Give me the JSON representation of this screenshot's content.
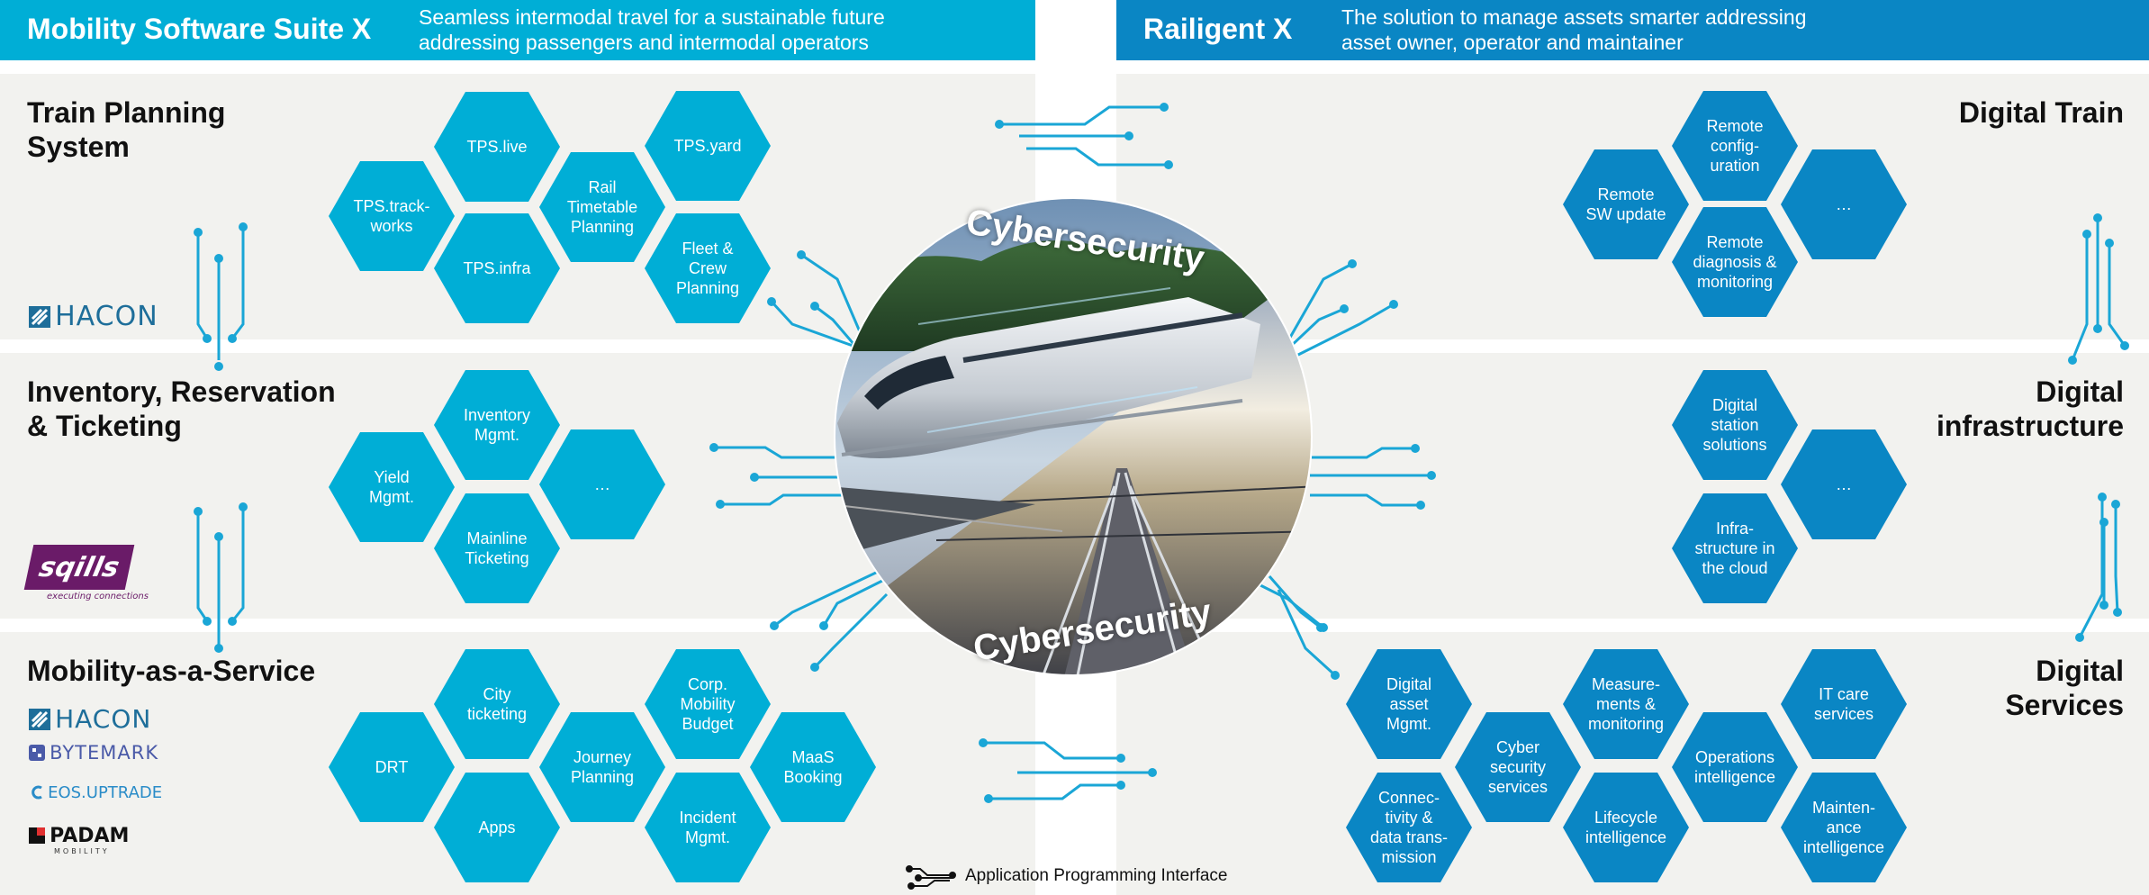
{
  "colors": {
    "left_accent": "#00aed6",
    "right_accent": "#0a86c4",
    "band": "#f2f2ef",
    "api_line": "#1aa6d6"
  },
  "left_header": {
    "title": "Mobility Software Suite X",
    "subtitle_line1": "Seamless intermodal travel for a sustainable future",
    "subtitle_line2": "addressing passengers and intermodal operators"
  },
  "right_header": {
    "title": "Railigent X",
    "subtitle_line1": "The solution to manage assets smarter addressing",
    "subtitle_line2": "asset owner, operator and maintainer"
  },
  "left_sections": [
    {
      "line1": "Train Planning",
      "line2": "System"
    },
    {
      "line1": "Inventory, Reservation",
      "line2": "& Ticketing"
    },
    {
      "line1": "Mobility-as-a-Service",
      "line2": ""
    }
  ],
  "right_sections": [
    {
      "line1": "Digital Train",
      "line2": ""
    },
    {
      "line1": "Digital",
      "line2": "infrastructure"
    },
    {
      "line1": "Digital",
      "line2": "Services"
    }
  ],
  "logos": {
    "hacon": "HACON",
    "sqills": "sqills",
    "sqills_tagline": "executing connections",
    "bytemark": "BYTEMARK",
    "eos": "EOS.UPTRADE",
    "padam": "PADAM",
    "padam_sub": "MOBILITY"
  },
  "left_hexes": {
    "tps_trackworks": "TPS.track-\nworks",
    "tps_live": "TPS.live",
    "tps_infra": "TPS.infra",
    "rail_timetable": "Rail\nTimetable\nPlanning",
    "tps_yard": "TPS.yard",
    "fleet_crew": "Fleet &\nCrew\nPlanning",
    "yield": "Yield\nMgmt.",
    "inventory": "Inventory\nMgmt.",
    "mainline": "Mainline\nTicketing",
    "irt_more": "…",
    "drt": "DRT",
    "city_ticketing": "City\nticketing",
    "apps": "Apps",
    "journey": "Journey\nPlanning",
    "corp_budget": "Corp.\nMobility\nBudget",
    "incident": "Incident\nMgmt.",
    "maas_booking": "MaaS\nBooking"
  },
  "right_hexes": {
    "remote_sw": "Remote\nSW update",
    "remote_config": "Remote\nconfig-\nuration",
    "remote_diag": "Remote\ndiagnosis &\nmonitoring",
    "train_more": "…",
    "station": "Digital\nstation\nsolutions",
    "infra_cloud": "Infra-\nstructure in\nthe cloud",
    "infra_more": "…",
    "asset": "Digital\nasset\nMgmt.",
    "connectivity": "Connec-\ntivity &\ndata trans-\nmission",
    "cyber_services": "Cyber\nsecurity\nservices",
    "measurements": "Measure-\nments &\nmonitoring",
    "lifecycle": "Lifecycle\nintelligence",
    "operations": "Operations\nintelligence",
    "it_care": "IT care\nservices",
    "maintenance": "Mainten-\nance\nintelligence"
  },
  "center": {
    "cyber_top": "Cybersecurity",
    "cyber_bottom": "Cybersecurity"
  },
  "legend": {
    "api_label": "Application Programming Interface"
  }
}
